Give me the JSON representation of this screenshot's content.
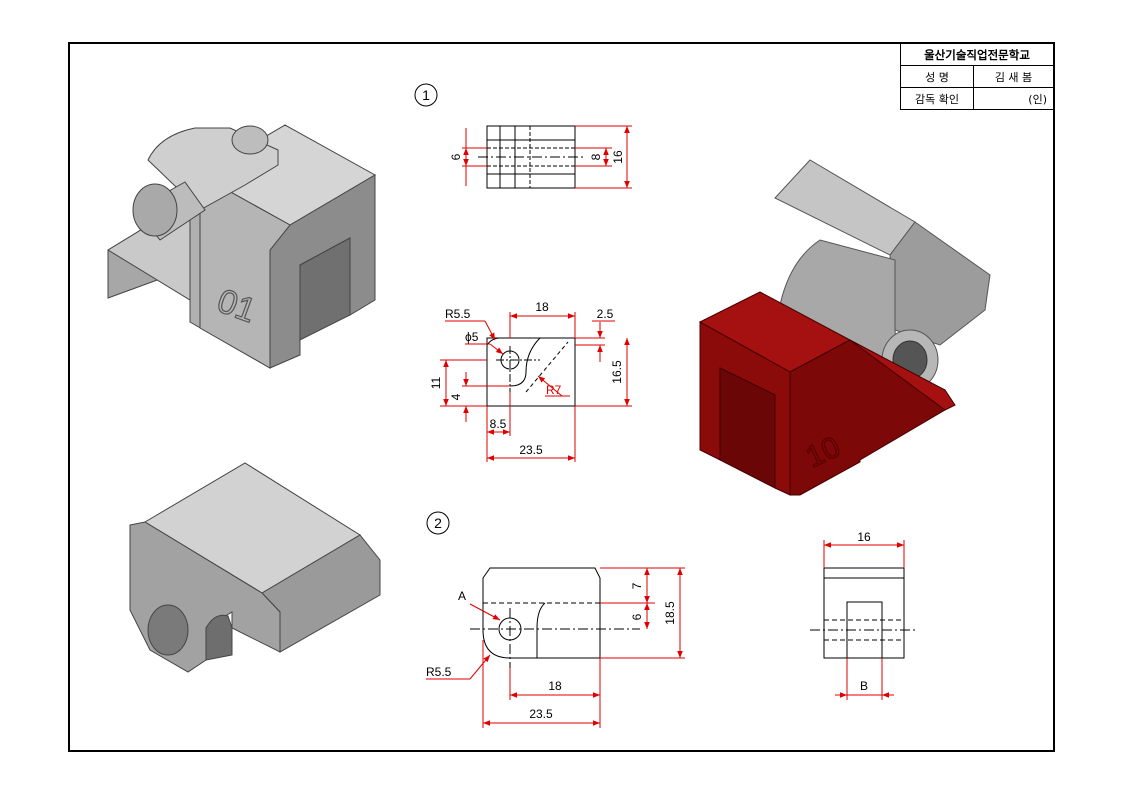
{
  "title_block": {
    "school": "울산기술직업전문학교",
    "name_label": "성    명",
    "name_value": "김 새 봄",
    "check_label": "감독 확인",
    "check_value": "(인)"
  },
  "parts": {
    "part1": {
      "number": "1",
      "top_view_dims": {
        "d6": "6",
        "d8": "8",
        "d16": "16"
      },
      "front_view_dims": {
        "r55": "R5.5",
        "phi5": "ϕ5",
        "w18": "18",
        "c25": "2.5",
        "h11": "11",
        "h4": "4",
        "r7": "R7",
        "h165": "16.5",
        "w85": "8.5",
        "w235": "23.5"
      },
      "engraving": "01"
    },
    "part2": {
      "number": "2",
      "front_view_dims": {
        "a": "A",
        "h7": "7",
        "h6": "6",
        "h185": "18.5",
        "r55": "R5.5",
        "w18": "18",
        "w235": "23.5"
      },
      "side_view_dims": {
        "w16": "16",
        "b": "B"
      }
    },
    "assembly": {
      "engraving": "10"
    }
  },
  "colors": {
    "dim_red": "#e00000",
    "model_gray": "#9a9a9a",
    "assembly_red": "#8b0a0a"
  }
}
